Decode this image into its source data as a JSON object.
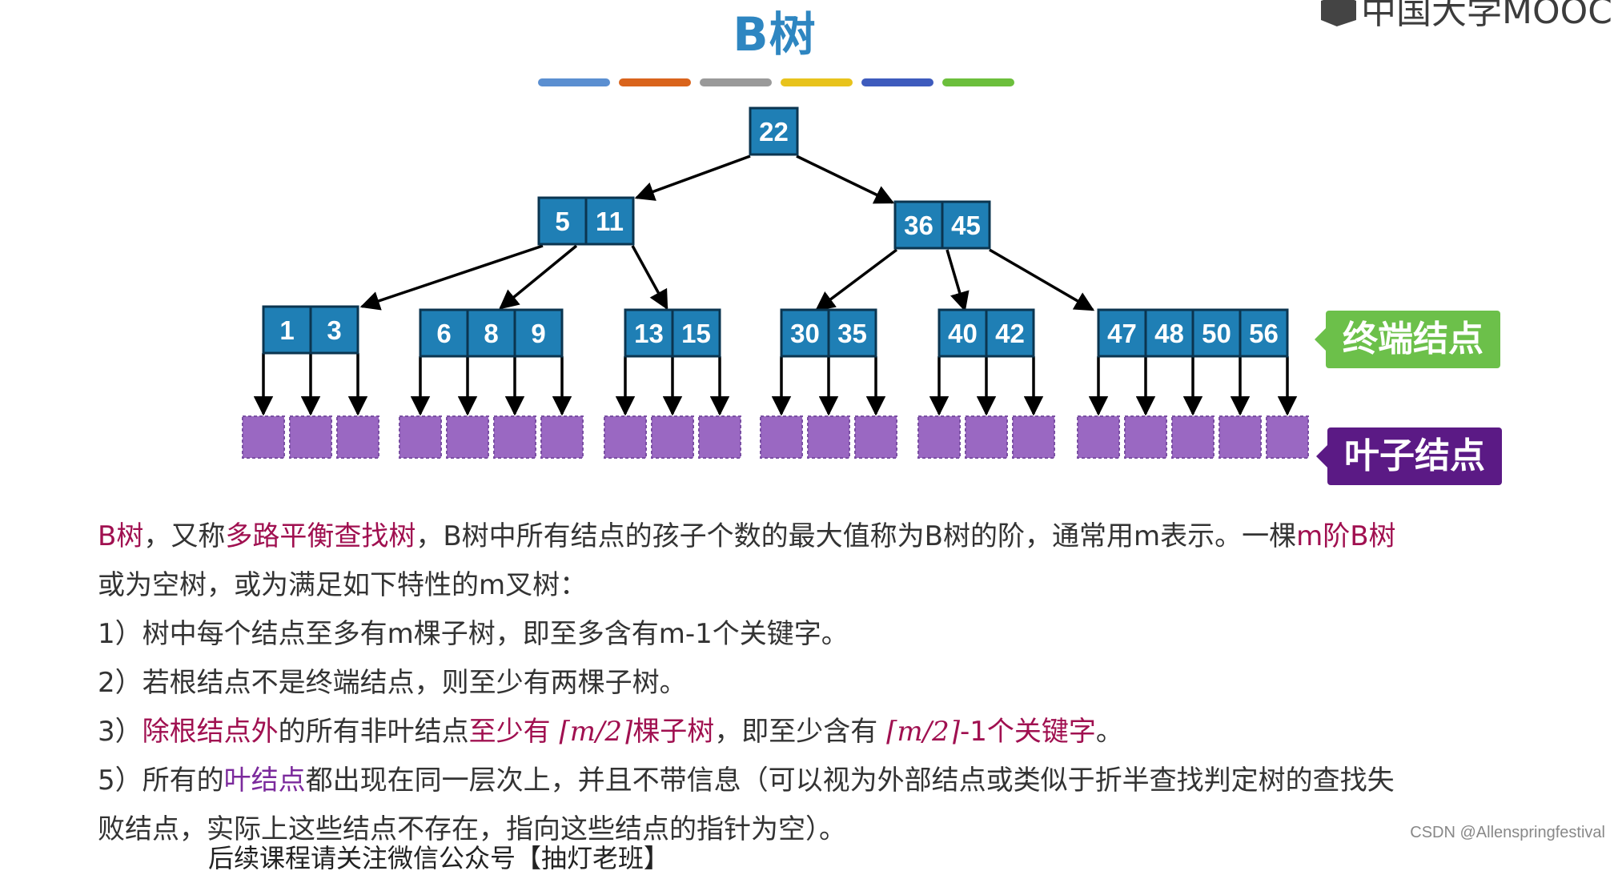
{
  "title": "B树",
  "logo_text": "中国大学MOOC",
  "accent_bars": [
    "#5b8fd1",
    "#d9641c",
    "#9a9a9a",
    "#e8c31c",
    "#3e5bbd",
    "#6cbf3c"
  ],
  "node_color": "#1f7fb5",
  "leaf_color": "#9a68c2",
  "tree": {
    "root": [
      "22"
    ],
    "level1": [
      [
        "5",
        "11"
      ],
      [
        "36",
        "45"
      ]
    ],
    "level2": [
      [
        "1",
        "3"
      ],
      [
        "6",
        "8",
        "9"
      ],
      [
        "13",
        "15"
      ],
      [
        "30",
        "35"
      ],
      [
        "40",
        "42"
      ],
      [
        "47",
        "48",
        "50",
        "56"
      ]
    ]
  },
  "labels": {
    "terminal_node": "终端结点",
    "terminal_color": "#6cc04a",
    "leaf_node": "叶子结点",
    "leaf_tag_color": "#5b1a85"
  },
  "text": {
    "line1": [
      {
        "t": "B树",
        "s": "hl"
      },
      {
        "t": "，又称",
        "s": ""
      },
      {
        "t": "多路平衡查找树",
        "s": "hl"
      },
      {
        "t": "，B树中所有结点的孩子个数的最大值称为B树的阶，通常用m表示。一棵",
        "s": ""
      },
      {
        "t": "m阶B树",
        "s": "hl"
      }
    ],
    "line2": "或为空树，或为满足如下特性的m叉树：",
    "line3": "1）树中每个结点至多有m棵子树，即至多含有m-1个关键字。",
    "line4": "2）若根结点不是终端结点，则至少有两棵子树。",
    "line5": [
      {
        "t": "3）",
        "s": ""
      },
      {
        "t": "除根结点外",
        "s": "hl"
      },
      {
        "t": "的所有非叶结点",
        "s": ""
      },
      {
        "t": "至少有 ",
        "s": "hl"
      },
      {
        "t": "⌈m/2⌉",
        "s": "math"
      },
      {
        "t": "棵子树",
        "s": "hl"
      },
      {
        "t": "，即至少含有 ",
        "s": ""
      },
      {
        "t": "⌈m/2⌉",
        "s": "math"
      },
      {
        "t": "-1个关键字",
        "s": "hl"
      },
      {
        "t": "。",
        "s": ""
      }
    ],
    "line6": [
      {
        "t": "5）所有的",
        "s": ""
      },
      {
        "t": "叶结点",
        "s": "hl-purple"
      },
      {
        "t": "都出现在同一层次上，并且不带信息（可以视为外部结点或类似于折半查找判定树的查找失",
        "s": ""
      }
    ],
    "line7": "败结点，实际上这些结点不存在，指向这些结点的指针为空）。",
    "footer_partial": "后续课程请关注微信公众号【抽灯老班】"
  },
  "watermark": "CSDN @Allenspringfestival"
}
